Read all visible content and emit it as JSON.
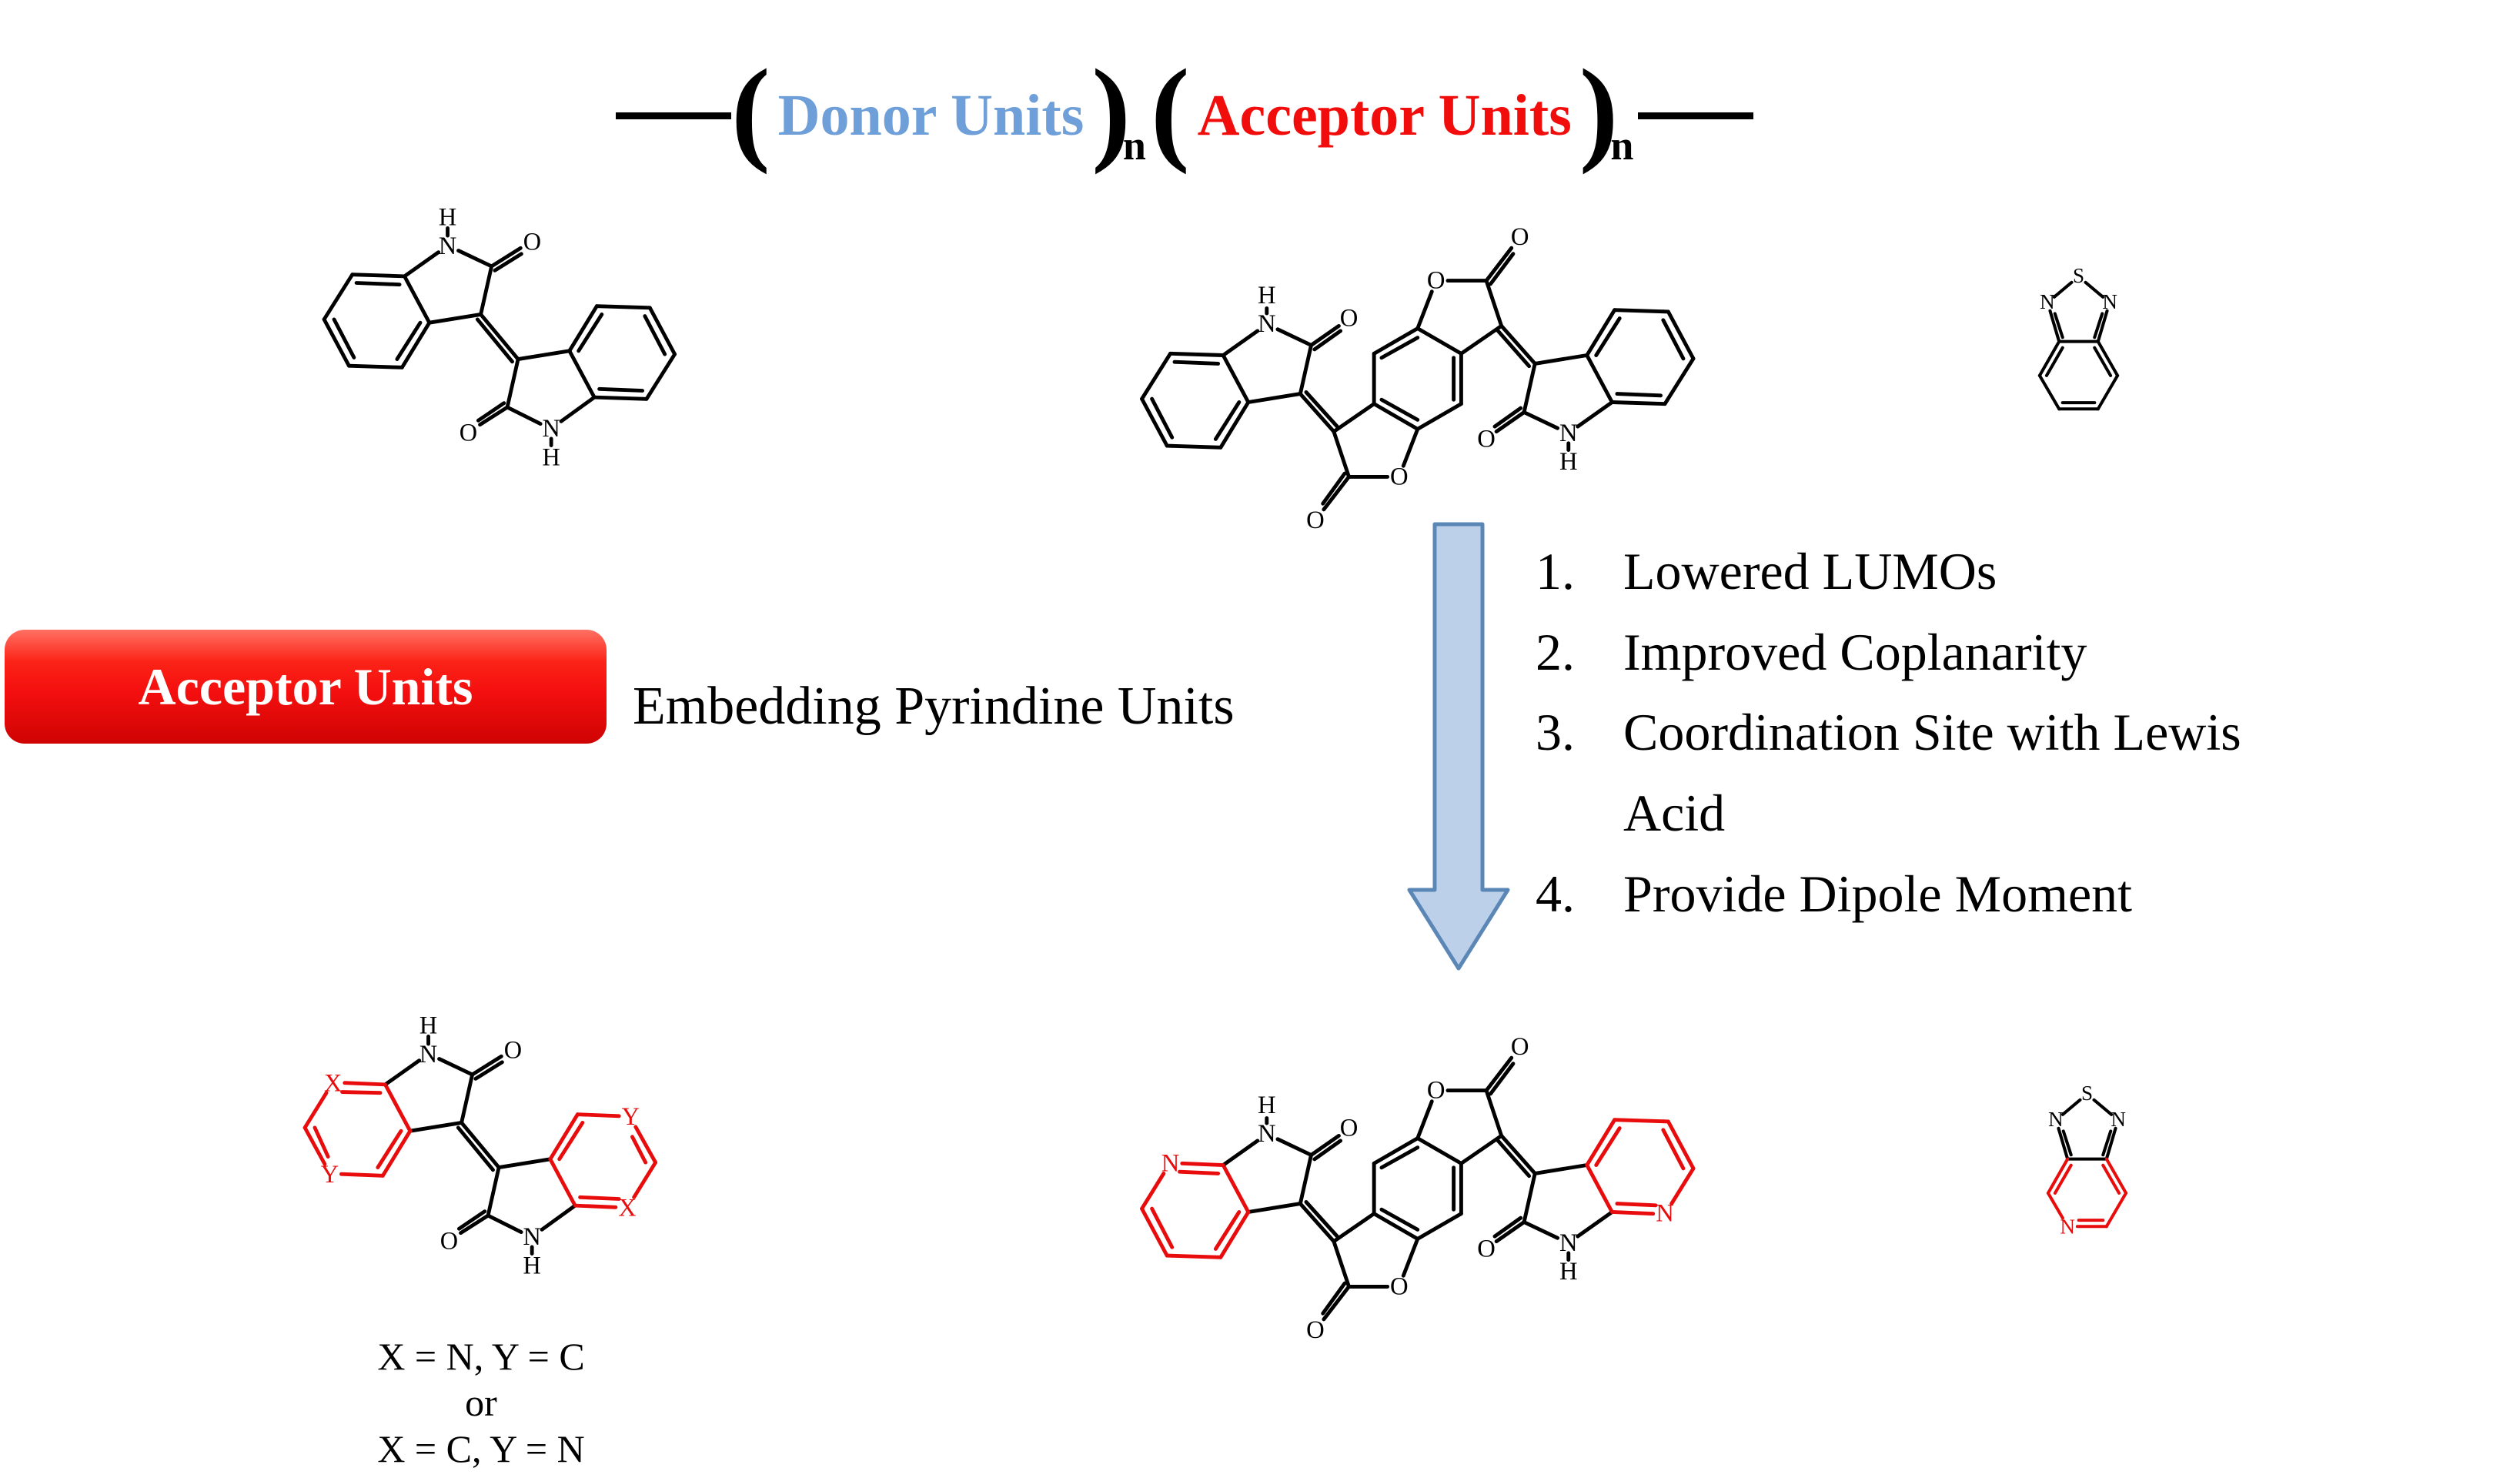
{
  "formula": {
    "open_paren": "(",
    "close_paren": ")",
    "donor": "Donor Units",
    "acceptor": "Acceptor Units",
    "subscript": "n"
  },
  "acceptor_box": {
    "label": "Acceptor Units"
  },
  "middle": {
    "embedding": "Embedding Pyrindine Units"
  },
  "benefits": [
    {
      "num": "1.",
      "text": "Lowered LUMOs"
    },
    {
      "num": "2.",
      "text": "Improved Coplanarity"
    },
    {
      "num": "3.",
      "text": "Coordination Site with Lewis Acid"
    },
    {
      "num": "4.",
      "text": "Provide Dipole Moment"
    }
  ],
  "caption": {
    "line1": "X = N, Y = C",
    "line2": "or",
    "line3": "X = C, Y = N"
  },
  "structures": {
    "isoindigo": {
      "labels": [
        "H",
        "N",
        "O",
        "O",
        "N",
        "H"
      ]
    },
    "ibdf": {
      "labels": [
        "H",
        "N",
        "O",
        "O",
        "O",
        "O",
        "O",
        "O",
        "N",
        "H"
      ]
    },
    "benzothiadiazole": {
      "labels": [
        "S",
        "N",
        "N"
      ]
    },
    "aza_isoindigo": {
      "labels": [
        "H",
        "N",
        "O",
        "X",
        "Y",
        "Y",
        "X",
        "O",
        "N",
        "H"
      ]
    },
    "aza_ibdf": {
      "labels": [
        "H",
        "N",
        "O",
        "O",
        "O",
        "O",
        "O",
        "O",
        "N",
        "H",
        "N",
        "N"
      ]
    },
    "thiadiazolopyridine": {
      "labels": [
        "S",
        "N",
        "N",
        "N"
      ]
    }
  },
  "colors": {
    "donor_blue": "#6f9fd8",
    "acceptor_red": "#f20d0d",
    "structure_red": "#e80c0c",
    "box_red": "#f40f0f",
    "arrow_fill": "#bcd0ea",
    "arrow_stroke": "#5b87b7"
  }
}
